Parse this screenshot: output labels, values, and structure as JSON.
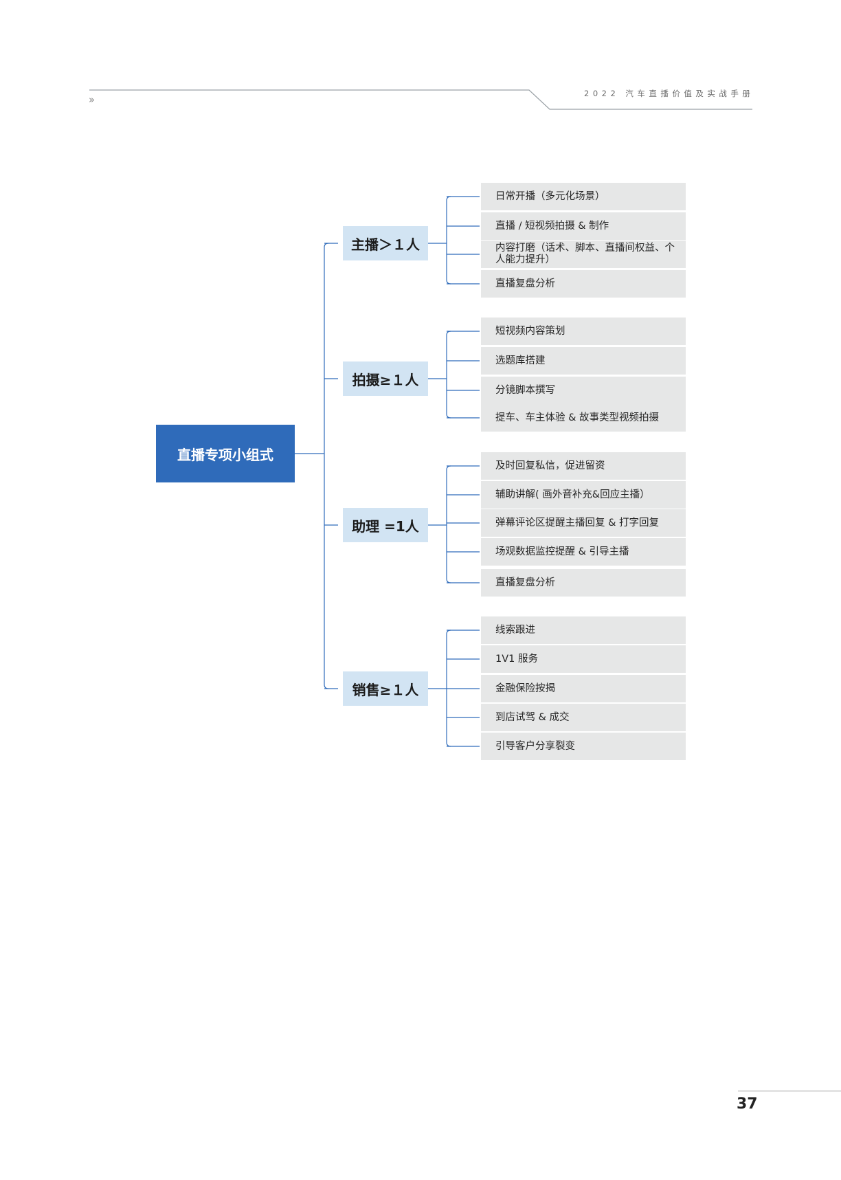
{
  "header": {
    "title": "2022 汽车直播价值及实战手册",
    "nav_glyph": "››"
  },
  "diagram": {
    "root": "直播专项小组式",
    "branches": [
      {
        "label": "主播＞１人",
        "items": [
          "日常开播（多元化场景）",
          "直播 / 短视频拍摄 & 制作",
          "内容打磨（话术、脚本、直播间权益、个人能力提升）",
          "直播复盘分析"
        ]
      },
      {
        "label": "拍摄≥１人",
        "items": [
          "短视频内容策划",
          "选题库搭建",
          "分镜脚本撰写",
          "提车、车主体验 & 故事类型视频拍摄"
        ]
      },
      {
        "label": "助理 =1人",
        "items": [
          "及时回复私信，促进留资",
          "辅助讲解( 画外音补充&回应主播）",
          "弹幕评论区提醒主播回复 & 打字回复",
          "场观数据监控提醒 & 引导主播",
          "直播复盘分析"
        ]
      },
      {
        "label": "销售≥１人",
        "items": [
          "线索跟进",
          "1V1 服务",
          "金融保险按揭",
          "到店试驾 & 成交",
          "引导客户分享裂变"
        ]
      }
    ]
  },
  "colors": {
    "root_fill": "#2f6bba",
    "role_fill": "#d2e4f3",
    "task_fill": "#e6e7e7",
    "connector": "#2f6bba"
  },
  "footer": {
    "page_number": "37"
  }
}
